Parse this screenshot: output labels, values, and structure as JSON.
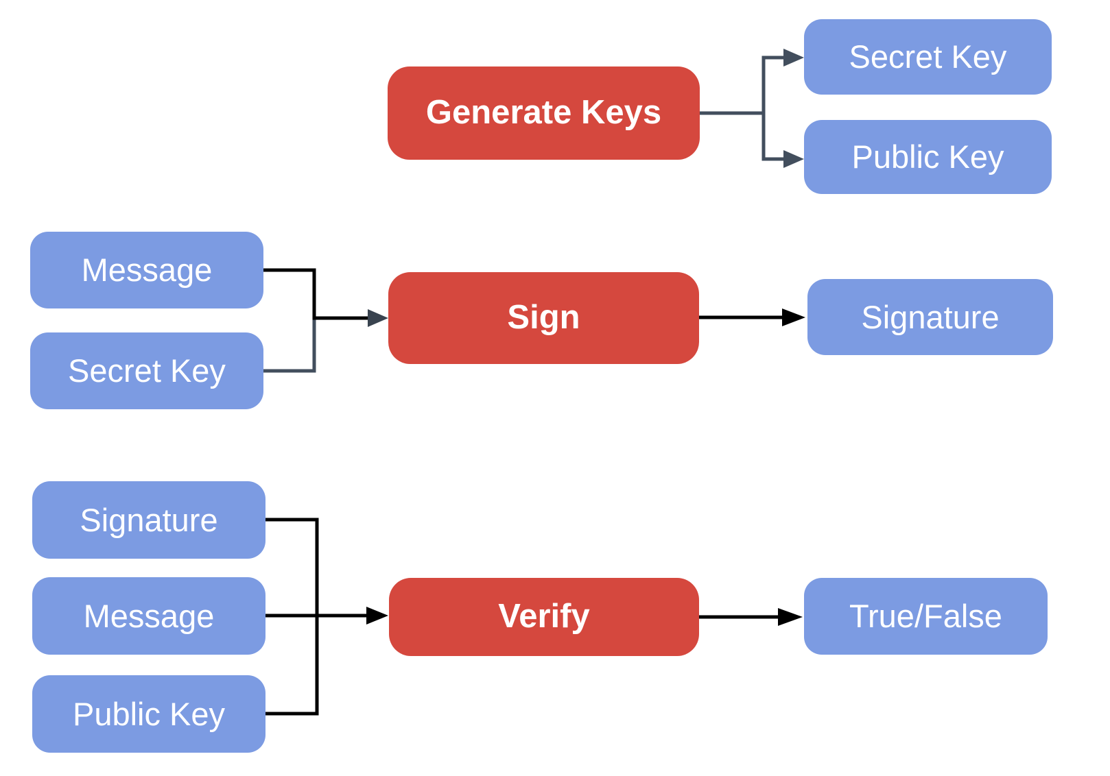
{
  "diagram": {
    "type": "flowchart",
    "topic": "digital-signature-scheme",
    "colors": {
      "background": "#FFFFFF",
      "process_fill": "#D5483E",
      "data_fill": "#7C9BE2",
      "connector_slate": "#424E5D",
      "connector_black": "#000000",
      "label_text": "#FFFFFF"
    },
    "keygen": {
      "process": "Generate Keys",
      "outputs": [
        "Secret Key",
        "Public Key"
      ]
    },
    "sign": {
      "inputs": [
        "Message",
        "Secret Key"
      ],
      "process": "Sign",
      "output": "Signature"
    },
    "verify": {
      "inputs": [
        "Signature",
        "Message",
        "Public Key"
      ],
      "process": "Verify",
      "output": "True/False"
    }
  }
}
